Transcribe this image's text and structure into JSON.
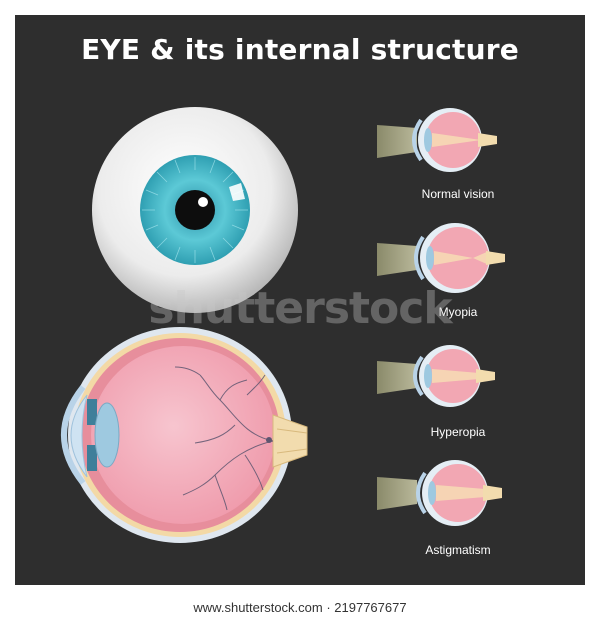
{
  "header": {
    "title": "EYE & its internal structure"
  },
  "diagrams": [
    {
      "label": "Normal vision"
    },
    {
      "label": "Myopia"
    },
    {
      "label": "Hyperopia"
    },
    {
      "label": "Astigmatism"
    }
  ],
  "watermark": "shutterstock",
  "footer": {
    "credit": "www.shutterstock.com · 2197767677"
  },
  "colors": {
    "background": "#2e2e2e",
    "iris": "#3fb3c4",
    "retina": "#f2a7b3",
    "sclera": "#f4f4f4"
  }
}
